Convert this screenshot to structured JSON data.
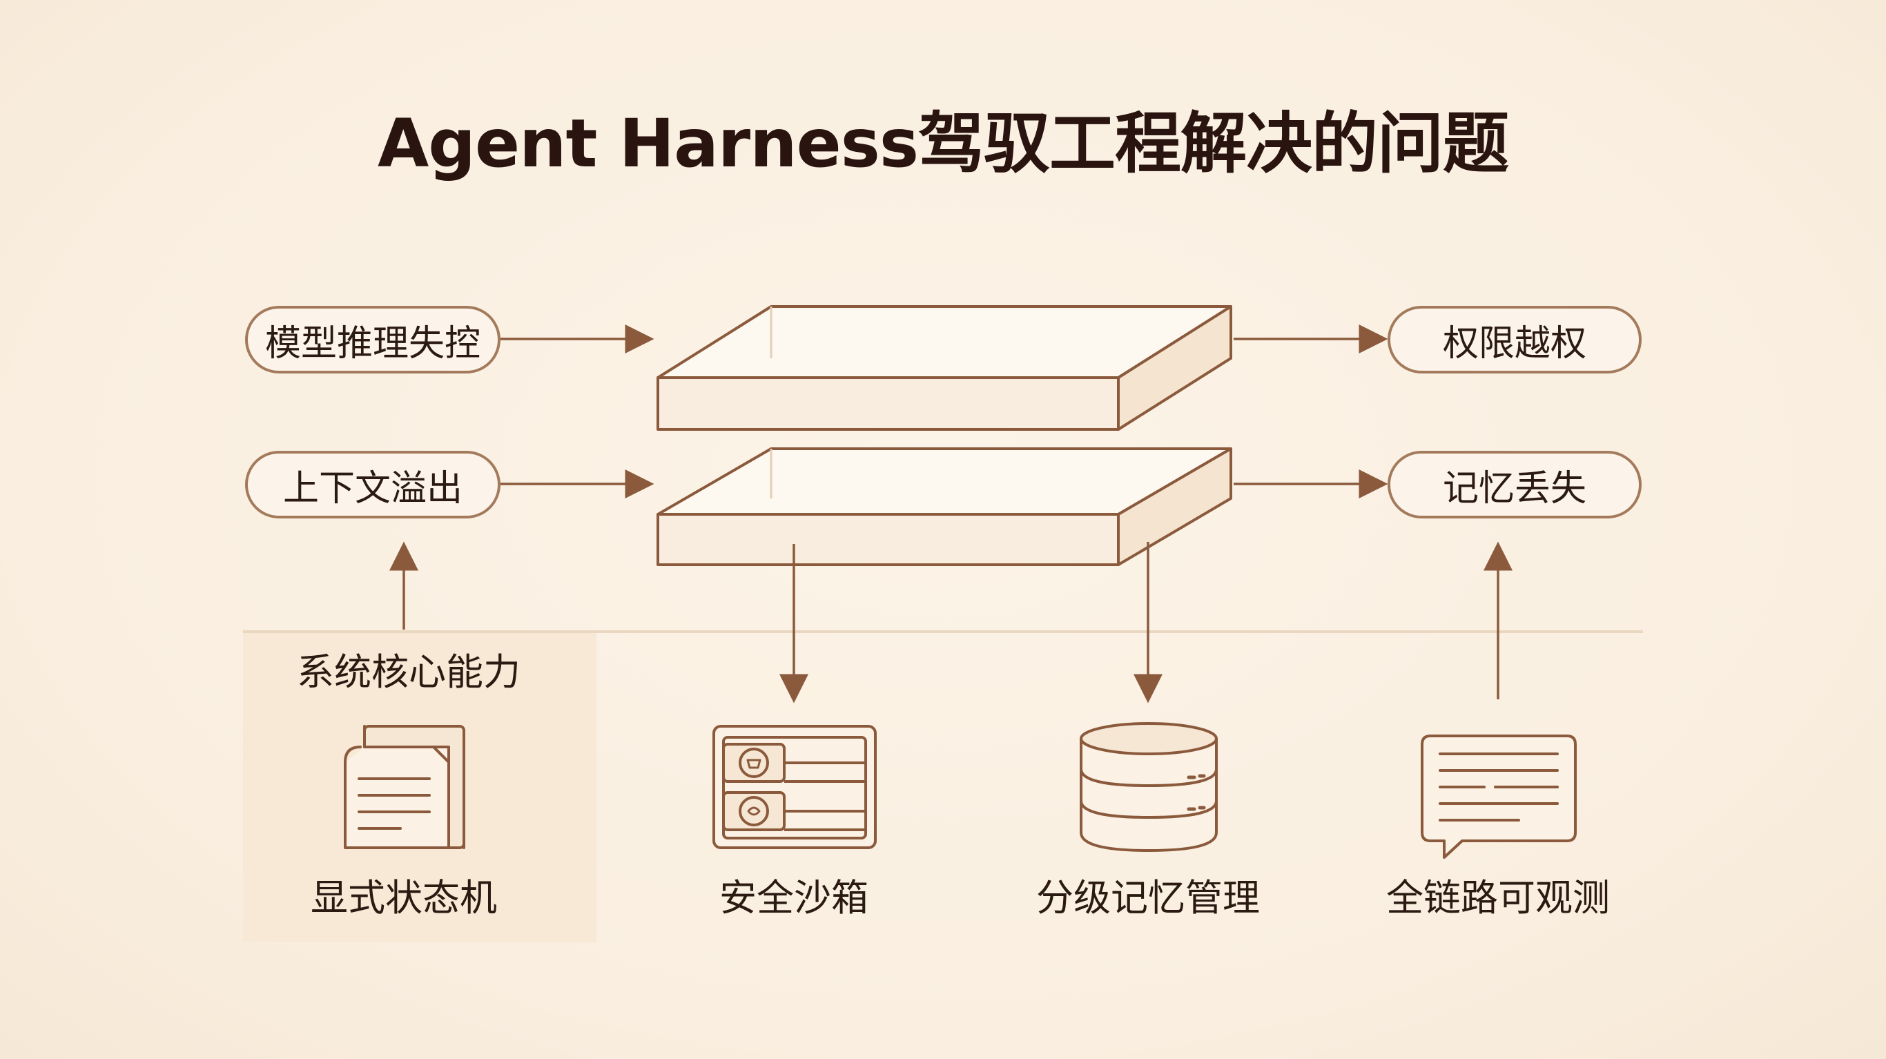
{
  "title": "Agent Harness驾驭工程解决的问题",
  "problems_left": [
    "模型推理失控",
    "上下文溢出"
  ],
  "problems_right": [
    "权限越权",
    "记忆丢失"
  ],
  "core_label": "系统核心能力",
  "capabilities": [
    {
      "label": "显式状态机",
      "icon": "document-stack-icon"
    },
    {
      "label": "安全沙箱",
      "icon": "sandbox-panel-icon"
    },
    {
      "label": "分级记忆管理",
      "icon": "database-icon"
    },
    {
      "label": "全链路可观测",
      "icon": "log-message-icon"
    }
  ],
  "colors": {
    "stroke": "#8b5a3c",
    "pill_border": "#a47a5c",
    "background": "#faf0e2",
    "title": "#2a1410"
  }
}
